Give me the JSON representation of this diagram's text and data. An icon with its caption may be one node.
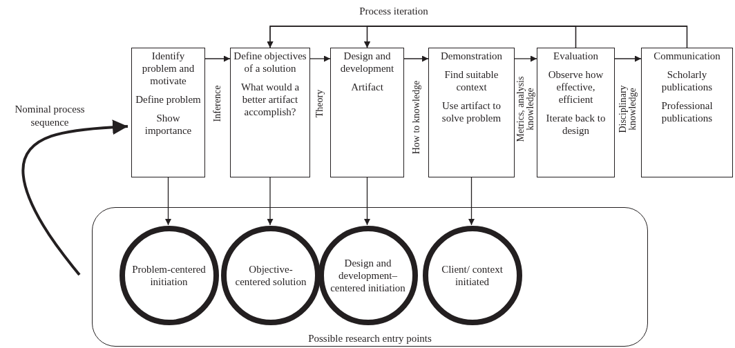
{
  "diagram": {
    "nodes": [
      {
        "text": [
          "Identify problem and motivate",
          "Define problem",
          "Show importance"
        ]
      },
      {
        "text": [
          "Define objectives of a solution",
          "What would a better artifact accomplish?"
        ]
      },
      {
        "text": [
          "Design and development",
          "Artifact"
        ]
      },
      {
        "text": [
          "Demonstration",
          "Find suitable context",
          "Use artifact to solve problem"
        ]
      },
      {
        "text": [
          "Evaluation",
          "Observe how effective, efficient",
          "Iterate back to design"
        ]
      },
      {
        "text": [
          "Communication",
          "Scholarly publications",
          "Professional publications"
        ]
      },
      {
        "text": [
          "Possible research entry points"
        ]
      },
      {
        "text": [
          "Problem-centered initiation"
        ],
        "in": 6
      },
      {
        "text": [
          "Objective-centered solution"
        ],
        "in": 6
      },
      {
        "text": [
          "Design and development–centered initiation"
        ],
        "in": 6
      },
      {
        "text": [
          "Client/ context initiated"
        ],
        "in": 6
      }
    ],
    "edges": [
      {
        "from": 0,
        "to": 1,
        "arrow": "to",
        "label": "Inference"
      },
      {
        "from": 1,
        "to": 2,
        "arrow": "to",
        "label": "Theory"
      },
      {
        "from": 2,
        "to": 3,
        "arrow": "to",
        "label": "How to knowledge"
      },
      {
        "from": 3,
        "to": 4,
        "arrow": "to",
        "label": "Metrics, analysis knowledge"
      },
      {
        "from": 4,
        "to": 5,
        "arrow": "to",
        "label": "Disciplinary knowledge"
      },
      {
        "from": 4,
        "to": 1,
        "arrow": "to"
      },
      {
        "from": 4,
        "to": 2,
        "arrow": "to"
      },
      {
        "from": 5,
        "to": 1,
        "arrow": "to"
      },
      {
        "from": 5,
        "to": 2,
        "arrow": "to"
      },
      {
        "from": 0,
        "to": 7,
        "arrow": "to"
      },
      {
        "from": 1,
        "to": 8,
        "arrow": "to"
      },
      {
        "from": 2,
        "to": 9,
        "arrow": "to"
      },
      {
        "from": 3,
        "to": 10,
        "arrow": "to"
      },
      {
        "from": null,
        "to": 0,
        "arrow": "to",
        "label": "Nominal process sequence",
        "style": "thick"
      }
    ],
    "labels": [
      "Process iteration"
    ]
  }
}
